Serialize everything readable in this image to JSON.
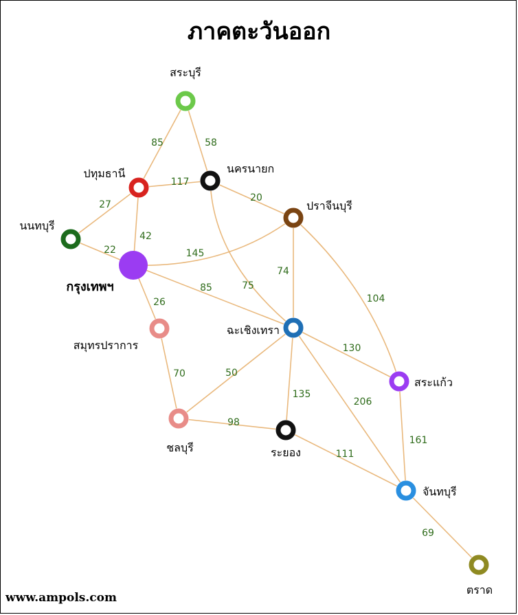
{
  "title": "ภาคตะวันออก",
  "footer": "www.ampols.com",
  "nodes": [
    {
      "id": "saraburi",
      "label": "สระบุรี",
      "color": "#6cc94a",
      "style": "ring"
    },
    {
      "id": "pathumthani",
      "label": "ปทุมธานี",
      "color": "#d8231f",
      "style": "ring"
    },
    {
      "id": "nakhonnayok",
      "label": "นครนายก",
      "color": "#111111",
      "style": "ring"
    },
    {
      "id": "prachinburi",
      "label": "ปราจีนบุรี",
      "color": "#7a4412",
      "style": "ring"
    },
    {
      "id": "nonthaburi",
      "label": "นนทบุรี",
      "color": "#1c6b1c",
      "style": "ring"
    },
    {
      "id": "bangkok",
      "label": "กรุงเทพฯ",
      "color": "#9b3cf2",
      "style": "solid"
    },
    {
      "id": "samutprakan",
      "label": "สมุทรปราการ",
      "color": "#e88c88",
      "style": "ring"
    },
    {
      "id": "chachoengsao",
      "label": "ฉะเชิงเทรา",
      "color": "#1f6fb5",
      "style": "ring"
    },
    {
      "id": "sakaeo",
      "label": "สระแก้ว",
      "color": "#9b3cf2",
      "style": "ring"
    },
    {
      "id": "chonburi",
      "label": "ชลบุรี",
      "color": "#e88c88",
      "style": "ring"
    },
    {
      "id": "rayong",
      "label": "ระยอง",
      "color": "#111111",
      "style": "ring"
    },
    {
      "id": "chanthaburi",
      "label": "จันทบุรี",
      "color": "#2a8fe0",
      "style": "ring"
    },
    {
      "id": "trat",
      "label": "ตราด",
      "color": "#8f8a22",
      "style": "ring"
    }
  ],
  "edges": [
    {
      "from": "saraburi",
      "to": "pathumthani",
      "weight": "85"
    },
    {
      "from": "saraburi",
      "to": "nakhonnayok",
      "weight": "58"
    },
    {
      "from": "pathumthani",
      "to": "nakhonnayok",
      "weight": "117"
    },
    {
      "from": "pathumthani",
      "to": "nonthaburi",
      "weight": "27"
    },
    {
      "from": "pathumthani",
      "to": "bangkok",
      "weight": "42"
    },
    {
      "from": "nonthaburi",
      "to": "bangkok",
      "weight": "22"
    },
    {
      "from": "nakhonnayok",
      "to": "prachinburi",
      "weight": "20"
    },
    {
      "from": "nakhonnayok",
      "to": "chachoengsao",
      "weight": "75"
    },
    {
      "from": "bangkok",
      "to": "prachinburi",
      "weight": "145"
    },
    {
      "from": "bangkok",
      "to": "chachoengsao",
      "weight": "85"
    },
    {
      "from": "bangkok",
      "to": "samutprakan",
      "weight": "26"
    },
    {
      "from": "prachinburi",
      "to": "chachoengsao",
      "weight": "74"
    },
    {
      "from": "prachinburi",
      "to": "sakaeo",
      "weight": "104"
    },
    {
      "from": "chachoengsao",
      "to": "sakaeo",
      "weight": "130"
    },
    {
      "from": "chachoengsao",
      "to": "chonburi",
      "weight": "50"
    },
    {
      "from": "chachoengsao",
      "to": "rayong",
      "weight": "135"
    },
    {
      "from": "chachoengsao",
      "to": "chanthaburi",
      "weight": "206"
    },
    {
      "from": "samutprakan",
      "to": "chonburi",
      "weight": "70"
    },
    {
      "from": "chonburi",
      "to": "rayong",
      "weight": "98"
    },
    {
      "from": "rayong",
      "to": "chanthaburi",
      "weight": "111"
    },
    {
      "from": "sakaeo",
      "to": "chanthaburi",
      "weight": "161"
    },
    {
      "from": "chanthaburi",
      "to": "trat",
      "weight": "69"
    }
  ]
}
